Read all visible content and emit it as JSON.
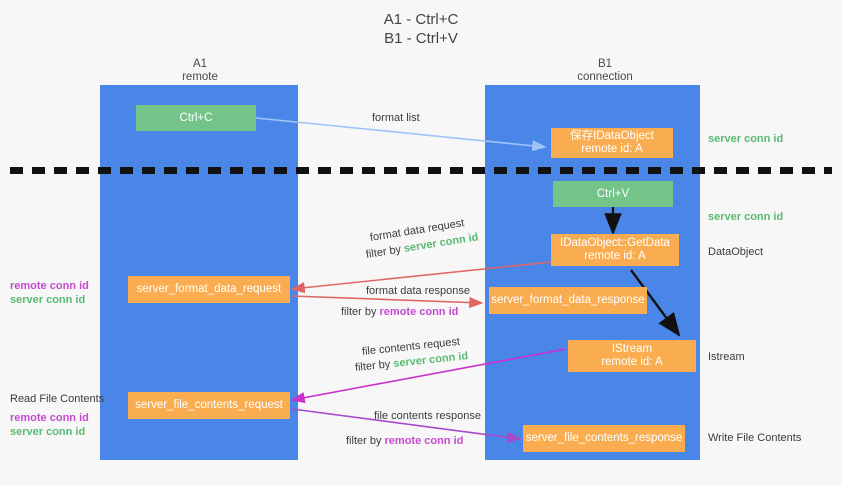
{
  "title": "A1 - Ctrl+C\nB1 - Ctrl+V",
  "colors": {
    "lane": "#4a86e8",
    "green_box": "#74c48a",
    "orange_box": "#f9ad50",
    "server_conn_id": "#5aba72",
    "remote_conn_id": "#c54ad0",
    "background": "#f7f7f7",
    "arrow_blue": "#9fc5f8",
    "arrow_red": "#e06666",
    "arrow_magenta": "#cc30cc",
    "arrow_purple": "#a64ac9",
    "arrow_black": "#000000"
  },
  "lanes": [
    {
      "id": "a1",
      "name": "A1",
      "sub": "remote"
    },
    {
      "id": "b1",
      "name": "B1",
      "sub": "connection"
    }
  ],
  "nodes": [
    {
      "id": "ctrl-c",
      "label": "Ctrl+C",
      "color": "green"
    },
    {
      "id": "save-idataobject",
      "label": "保存IDataObject\nremote id: A",
      "color": "orange"
    },
    {
      "id": "ctrl-v",
      "label": "Ctrl+V",
      "color": "green"
    },
    {
      "id": "getdata",
      "label": "IDataObject::GetData\nremote id: A",
      "color": "orange"
    },
    {
      "id": "server-format-data-request",
      "label": "server_format_data_request",
      "color": "orange"
    },
    {
      "id": "server-format-data-response",
      "label": "server_format_data_response",
      "color": "orange"
    },
    {
      "id": "istream",
      "label": "IStream\nremote id: A",
      "color": "orange"
    },
    {
      "id": "server-file-contents-request",
      "label": "server_file_contents_request",
      "color": "orange"
    },
    {
      "id": "server-file-contents-response",
      "label": "server_file_contents_response",
      "color": "orange"
    }
  ],
  "edge_labels": {
    "format_list": "format list",
    "format_data_request": "format data request",
    "format_data_response": "format data response",
    "file_contents_request": "file contents request",
    "file_contents_response": "file contents response",
    "filter_by": "filter by ",
    "server_conn_id": "server conn id",
    "remote_conn_id": "remote conn id"
  },
  "right_annotations": [
    {
      "id": "server-conn-id-1",
      "text": "server conn id",
      "style": "green"
    },
    {
      "id": "server-conn-id-2",
      "text": "server conn id",
      "style": "green"
    },
    {
      "id": "dataobject",
      "text": "DataObject",
      "style": "plain"
    },
    {
      "id": "istream-label",
      "text": "Istream",
      "style": "plain"
    },
    {
      "id": "write-file-contents",
      "text": "Write File Contents",
      "style": "plain"
    }
  ],
  "left_annotations": [
    {
      "id": "left-remote-conn-id-1",
      "text": "remote conn id",
      "style": "purple"
    },
    {
      "id": "left-server-conn-id-1",
      "text": "server conn id",
      "style": "green"
    },
    {
      "id": "read-file-contents",
      "text": "Read File Contents",
      "style": "plain"
    },
    {
      "id": "left-remote-conn-id-2",
      "text": "remote conn id",
      "style": "purple"
    },
    {
      "id": "left-server-conn-id-2",
      "text": "server conn id",
      "style": "green"
    }
  ]
}
